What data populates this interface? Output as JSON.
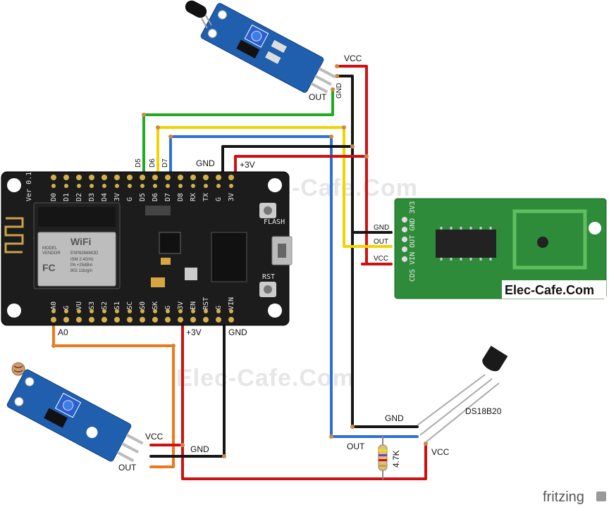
{
  "labels": {
    "flame_vcc": "VCC",
    "flame_gnd": "GND",
    "flame_out": "OUT",
    "d5": "D5",
    "d6": "D6",
    "d7": "D7",
    "top_gnd": "GND",
    "top_3v": "+3V",
    "radar_gnd": "GND",
    "radar_out": "OUT",
    "radar_vcc": "VCC",
    "a0": "A0",
    "bottom_3v": "+3V",
    "bottom_gnd": "GND",
    "ldr_vcc": "VCC",
    "ldr_gnd": "GND",
    "ldr_out": "OUT",
    "ds_gnd": "GND",
    "ds_out": "OUT",
    "ds_vcc": "VCC",
    "ds_name": "DS18B20",
    "resistor": "4.7K",
    "radar_pins": "CDS VIN OUT GND 3V3",
    "radar_brand": "Elec-Cafe.Com",
    "watermark_top": "Elec-Cafe.Com",
    "watermark_mid": "Elec-Cafe.Com",
    "fritzing": "fritzing"
  },
  "board": {
    "top_pins": [
      "D0",
      "D1",
      "D2",
      "D3",
      "D4",
      "3V",
      "G",
      "D5",
      "D6",
      "D7",
      "D8",
      "RX",
      "TX",
      "G",
      "3V"
    ],
    "bottom_pins": [
      "A0",
      "G",
      "VU",
      "S3",
      "S2",
      "S1",
      "SC",
      "S0",
      "SK",
      "G",
      "3V",
      "EN",
      "RST",
      "G",
      "VIN"
    ],
    "version": "Ver 0.1",
    "flash": "FLASH",
    "rst": "RST",
    "module_lines": [
      "MODEL",
      "VENDOR",
      "ISM 2.4GHz",
      "PA +25dBm",
      "802.11b/g/n"
    ],
    "module_title": "ESP8266MOD",
    "wifi": "WiFi",
    "fc": "FC"
  },
  "colors": {
    "pcb_black": "#1c1c1c",
    "pcb_blue": "#1f5fae",
    "pcb_green": "#2e8b3a",
    "wire_red": "#d01010",
    "wire_black": "#151515",
    "wire_green": "#22aa22",
    "wire_yellow": "#f0d400",
    "wire_blue": "#2e6fd8",
    "wire_orange": "#f07818"
  }
}
